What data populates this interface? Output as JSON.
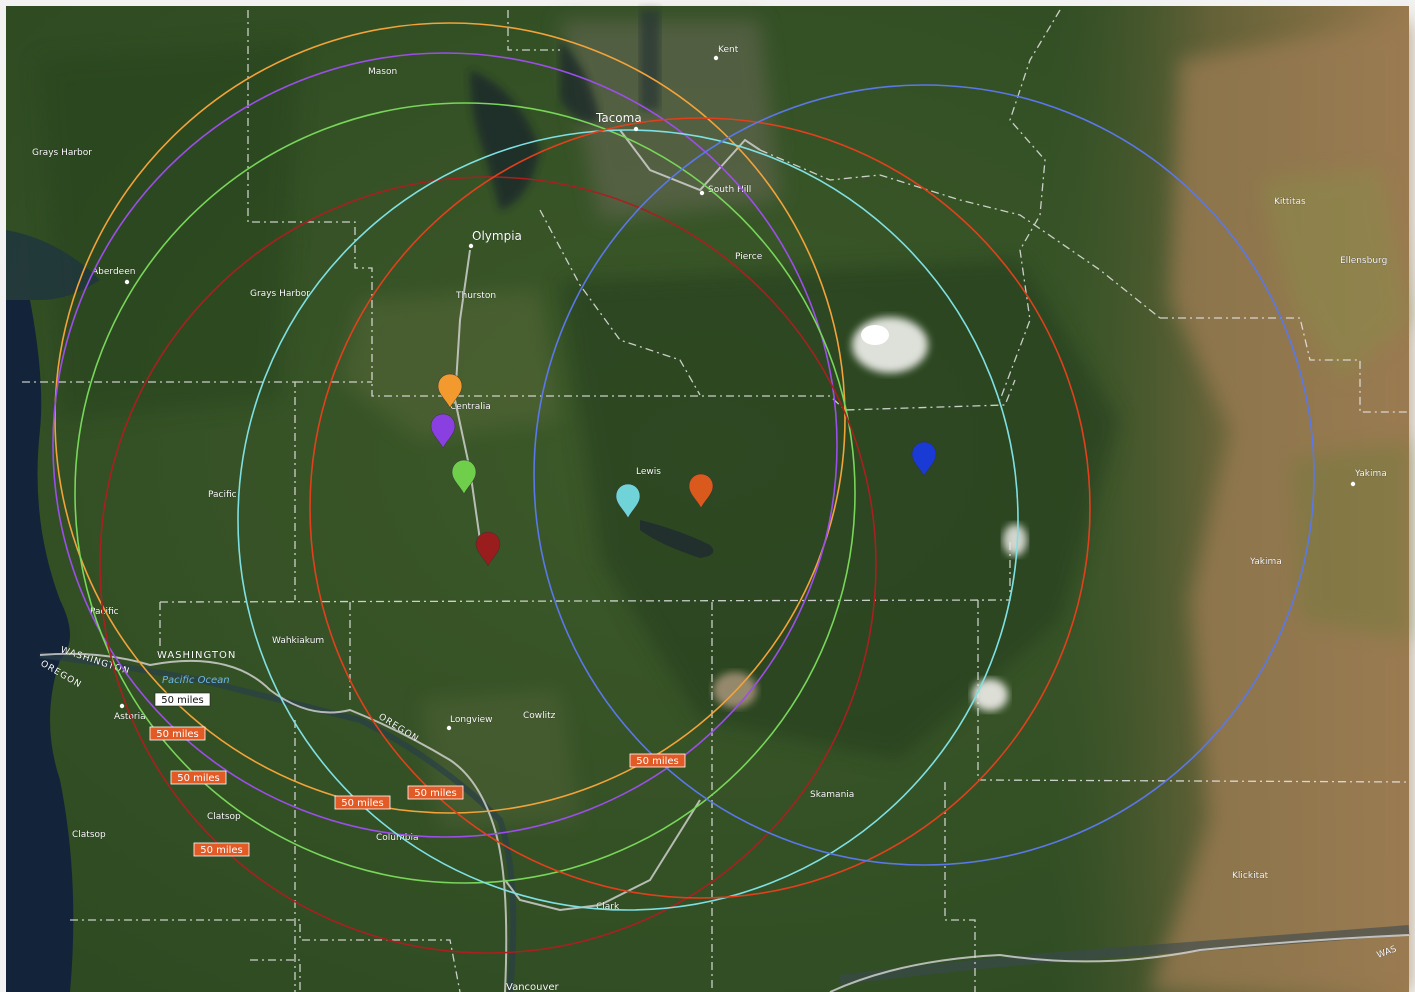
{
  "map": {
    "labels": {
      "kent": "Kent",
      "mason": "Mason",
      "tacoma": "Tacoma",
      "grays_harbor_city": "Grays Harbor",
      "south_hill": "South Hill",
      "kittitas": "Kittitas",
      "olympia": "Olympia",
      "pierce": "Pierce",
      "ellensburg": "Ellensburg",
      "aberdeen": "Aberdeen",
      "grays_harbor_county": "Grays Harbor",
      "thurston": "Thurston",
      "centralia": "Centralia",
      "lewis": "Lewis",
      "yakima_city": "Yakima",
      "pacific_county": "Pacific",
      "yakima_county": "Yakima",
      "pacific_coast": "Pacific",
      "wahkiakum": "Wahkiakum",
      "washington": "WASHINGTON",
      "washington_border": "WASHINGTON",
      "oregon_border_west": "OREGON",
      "pacific_ocean": "Pacific Ocean",
      "astoria": "Astoria",
      "longview": "Longview",
      "cowlitz": "Cowlitz",
      "oregon_border": "OREGON",
      "skamania": "Skamania",
      "clatsop_city": "Clatsop",
      "clatsop_county": "Clatsop",
      "columbia": "Columbia",
      "klickitat": "Klickitat",
      "clark": "Clark",
      "vancouver": "Vancouver",
      "was_edge": "WAS"
    },
    "radius_label": "50 miles",
    "markers": [
      {
        "name": "orange",
        "color": "#f29a2e"
      },
      {
        "name": "purple",
        "color": "#8a3fe0"
      },
      {
        "name": "green",
        "color": "#6fcf4a"
      },
      {
        "name": "darkred",
        "color": "#9a1d1d"
      },
      {
        "name": "cyan",
        "color": "#6fd3d8"
      },
      {
        "name": "orangered",
        "color": "#d95a1c"
      },
      {
        "name": "blue",
        "color": "#1a3ad6"
      }
    ],
    "circle_colors": {
      "orange": "#f2a33a",
      "purple": "#9b4fe8",
      "green": "#78d65a",
      "darkred": "#a82020",
      "cyan": "#7fe0e3",
      "orangered": "#e2401c",
      "blue": "#5a78e8"
    }
  }
}
